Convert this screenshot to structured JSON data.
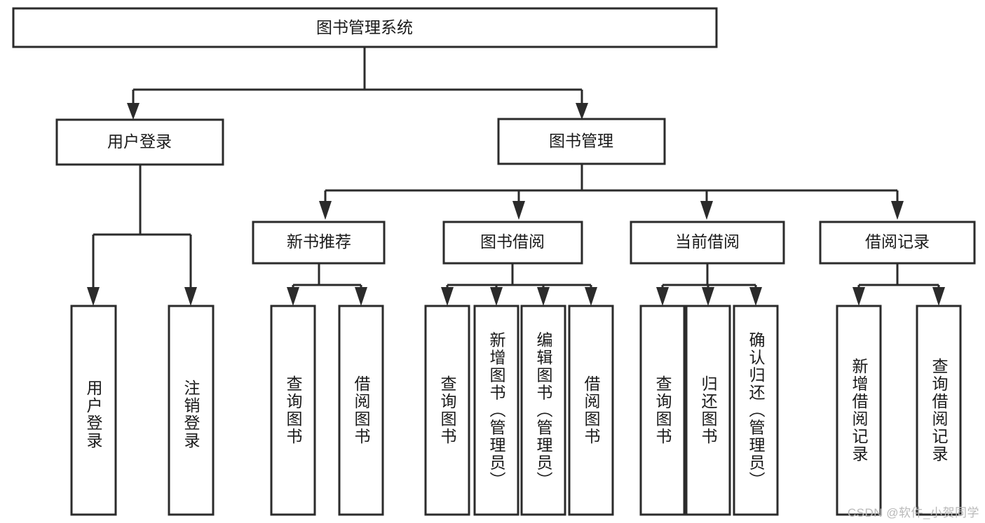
{
  "diagram": {
    "title_node": {
      "label": "图书管理系统"
    },
    "level2": [
      {
        "id": "user-login",
        "label": "用户登录"
      },
      {
        "id": "book-management",
        "label": "图书管理"
      }
    ],
    "level3": [
      {
        "id": "new-book-recommend",
        "label": "新书推荐"
      },
      {
        "id": "book-borrow",
        "label": "图书借阅"
      },
      {
        "id": "current-borrow",
        "label": "当前借阅"
      },
      {
        "id": "borrow-record",
        "label": "借阅记录"
      }
    ],
    "leaves": [
      {
        "id": "leaf-user-login",
        "label": "用户登录"
      },
      {
        "id": "leaf-logout-login",
        "label": "注销登录"
      },
      {
        "id": "leaf-query-book-1",
        "label": "查询图书"
      },
      {
        "id": "leaf-borrow-book-1",
        "label": "借阅图书"
      },
      {
        "id": "leaf-query-book-2",
        "label": "查询图书"
      },
      {
        "id": "leaf-add-book-admin",
        "label": "新增图书（管理员）"
      },
      {
        "id": "leaf-edit-book-admin",
        "label": "编辑图书（管理员）"
      },
      {
        "id": "leaf-borrow-book-2",
        "label": "借阅图书"
      },
      {
        "id": "leaf-query-book-3",
        "label": "查询图书"
      },
      {
        "id": "leaf-return-book",
        "label": "归还图书"
      },
      {
        "id": "leaf-confirm-return",
        "label": "确认归还（管理员）"
      },
      {
        "id": "leaf-add-borrow-record",
        "label": "新增借阅记录"
      },
      {
        "id": "leaf-query-borrow-record",
        "label": "查询借阅记录"
      }
    ],
    "colors": {
      "stroke": "#2b2b2b",
      "box_fill": "#ffffff",
      "text": "#1a1a1a",
      "background": "#ffffff",
      "watermark": "#b9b9b9"
    }
  },
  "watermark": {
    "text": "CSDN @软件_小贺同学"
  }
}
